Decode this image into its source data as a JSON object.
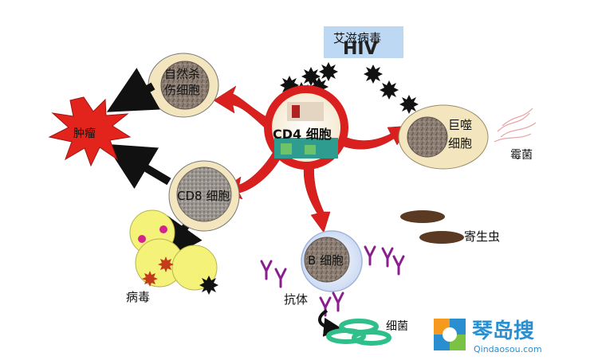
{
  "labels": {
    "hiv": "艾滋病毒",
    "hiv_logo": "HIV",
    "cd4": "CD4 细胞",
    "nk_line1": "自然杀",
    "nk_line2": "伤细胞",
    "tumor": "肿瘤",
    "macrophage_line1": "巨噬",
    "macrophage_line2": "细胞",
    "mold": "霉菌",
    "cd8": "CD8 细胞",
    "virus": "病毒",
    "b_cell": "B 细胞",
    "parasite": "寄生虫",
    "antibody": "抗体",
    "bacteria": "细菌"
  },
  "watermark": {
    "name": "琴岛搜",
    "url": "Qindaosou.com"
  },
  "colors": {
    "arrow_red": "#d9201e",
    "arrow_black": "#111111",
    "cell_fill": "#f3e6bf",
    "nucleus": "#8c7a6a",
    "antibody": "#8a1e8f",
    "bacteria": "#2fbf8a",
    "parasite": "#5a3a22",
    "tumor": "#e3241c",
    "virus_cell": "#f5f27a",
    "hiv_box": "#bcd8f2"
  }
}
